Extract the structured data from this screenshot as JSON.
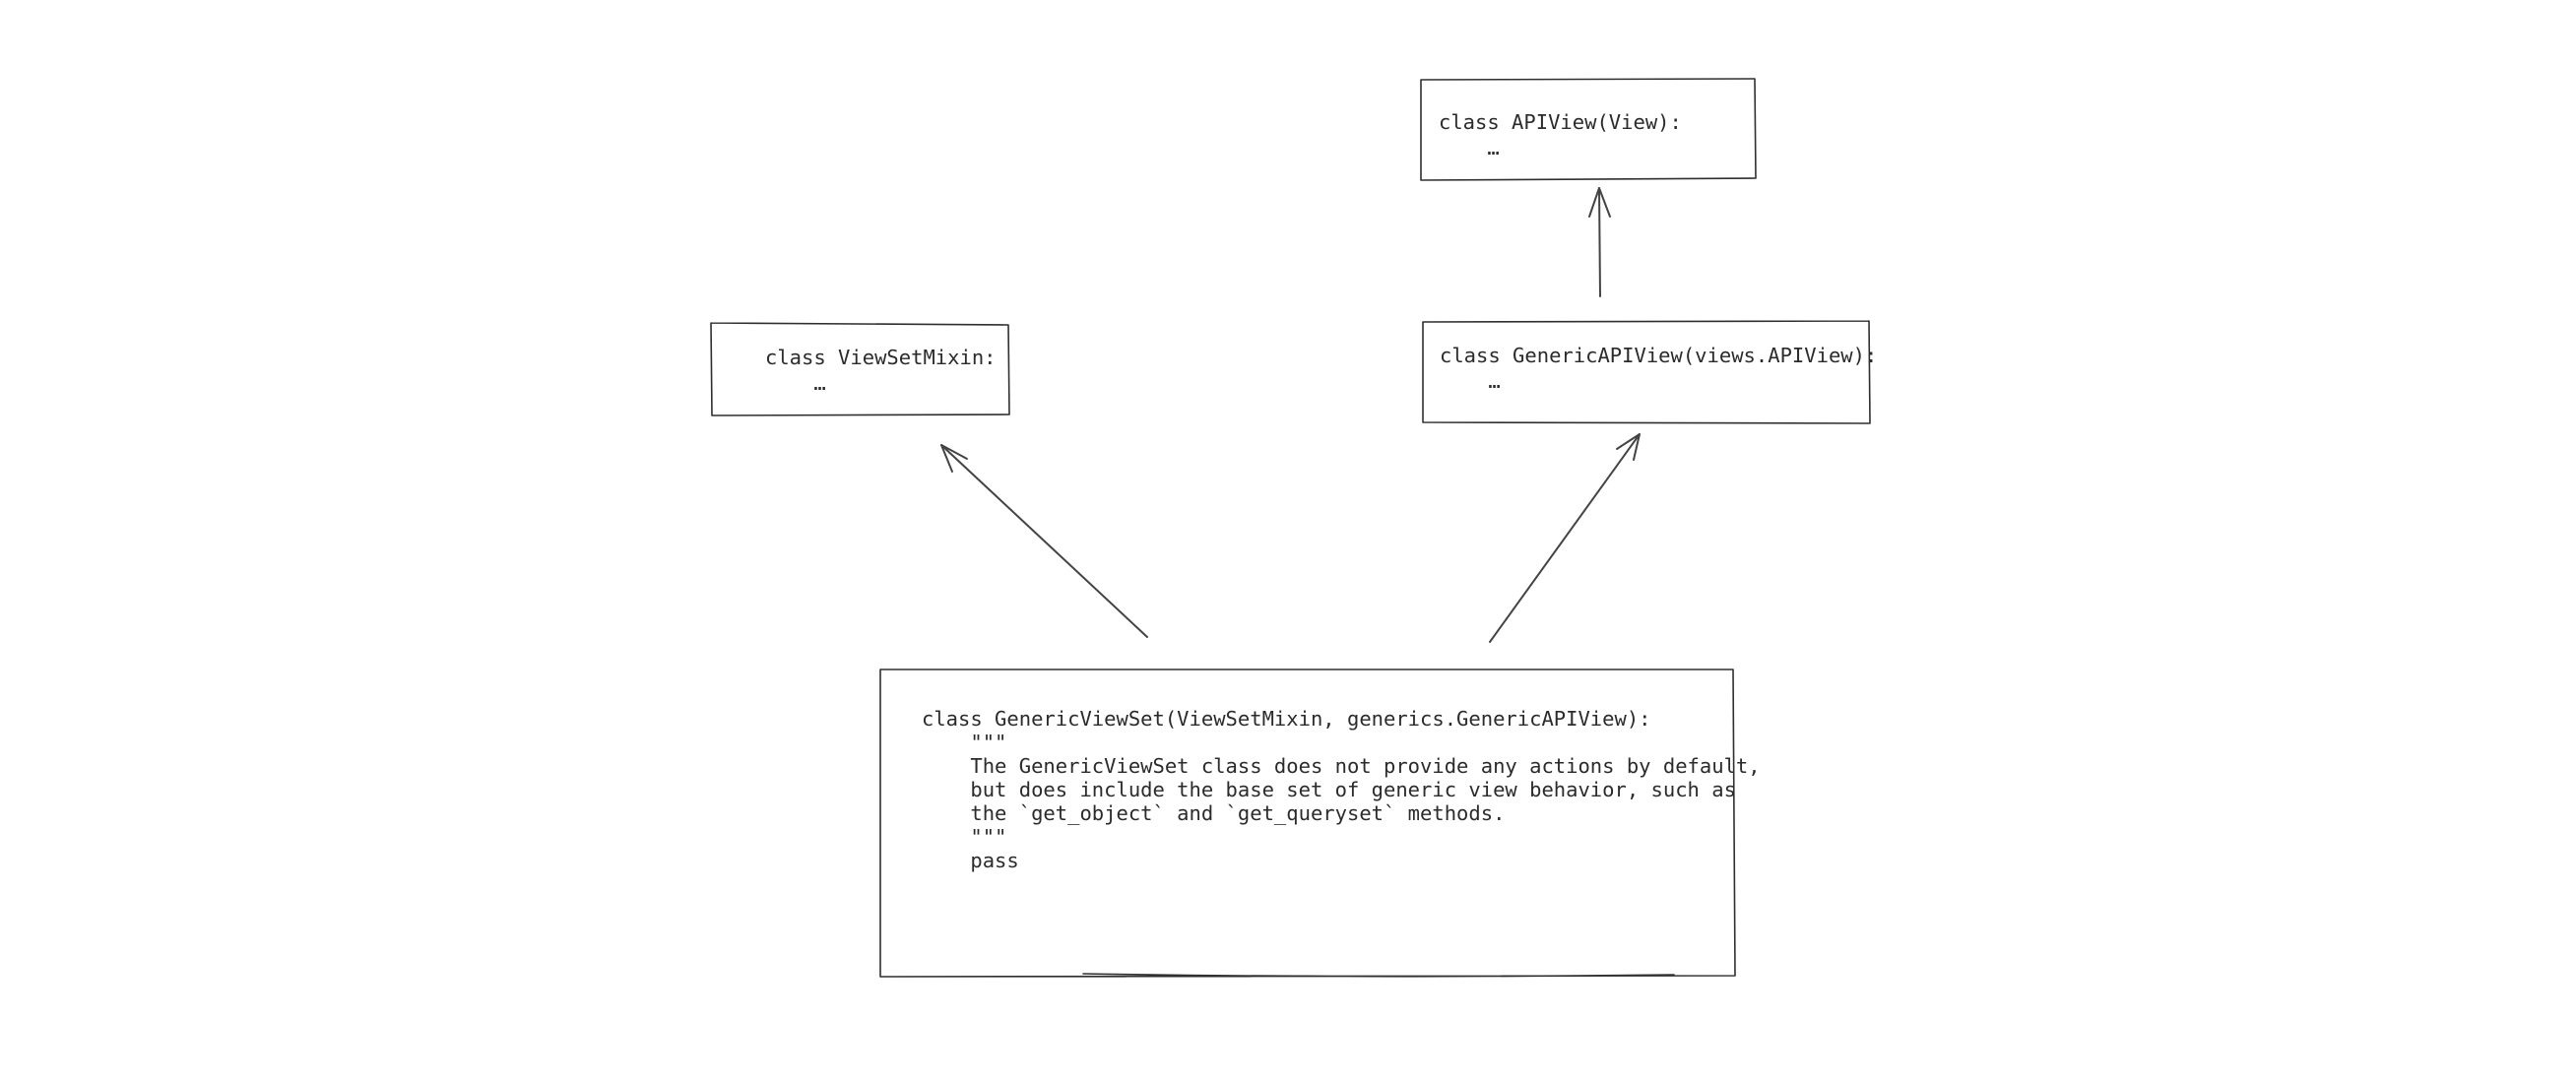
{
  "diagram": {
    "apiview": {
      "line1": "class APIView(View):",
      "line2": "    …"
    },
    "viewsetmixin": {
      "line1": "class ViewSetMixin:",
      "line2": "    …"
    },
    "genericapiview": {
      "line1": "class GenericAPIView(views.APIView):",
      "line2": "    …"
    },
    "genericviewset": {
      "line1": "class GenericViewSet(ViewSetMixin, generics.GenericAPIView):",
      "line2": "    \"\"\"",
      "line3": "    The GenericViewSet class does not provide any actions by default,",
      "line4": "    but does include the base set of generic view behavior, such as",
      "line5": "    the `get_object` and `get_queryset` methods.",
      "line6": "    \"\"\"",
      "line7": "    pass"
    }
  },
  "colors": {
    "stroke": "#2f2f2f",
    "arrow": "#444444",
    "text": "#2b2b2b",
    "background": "#ffffff"
  }
}
